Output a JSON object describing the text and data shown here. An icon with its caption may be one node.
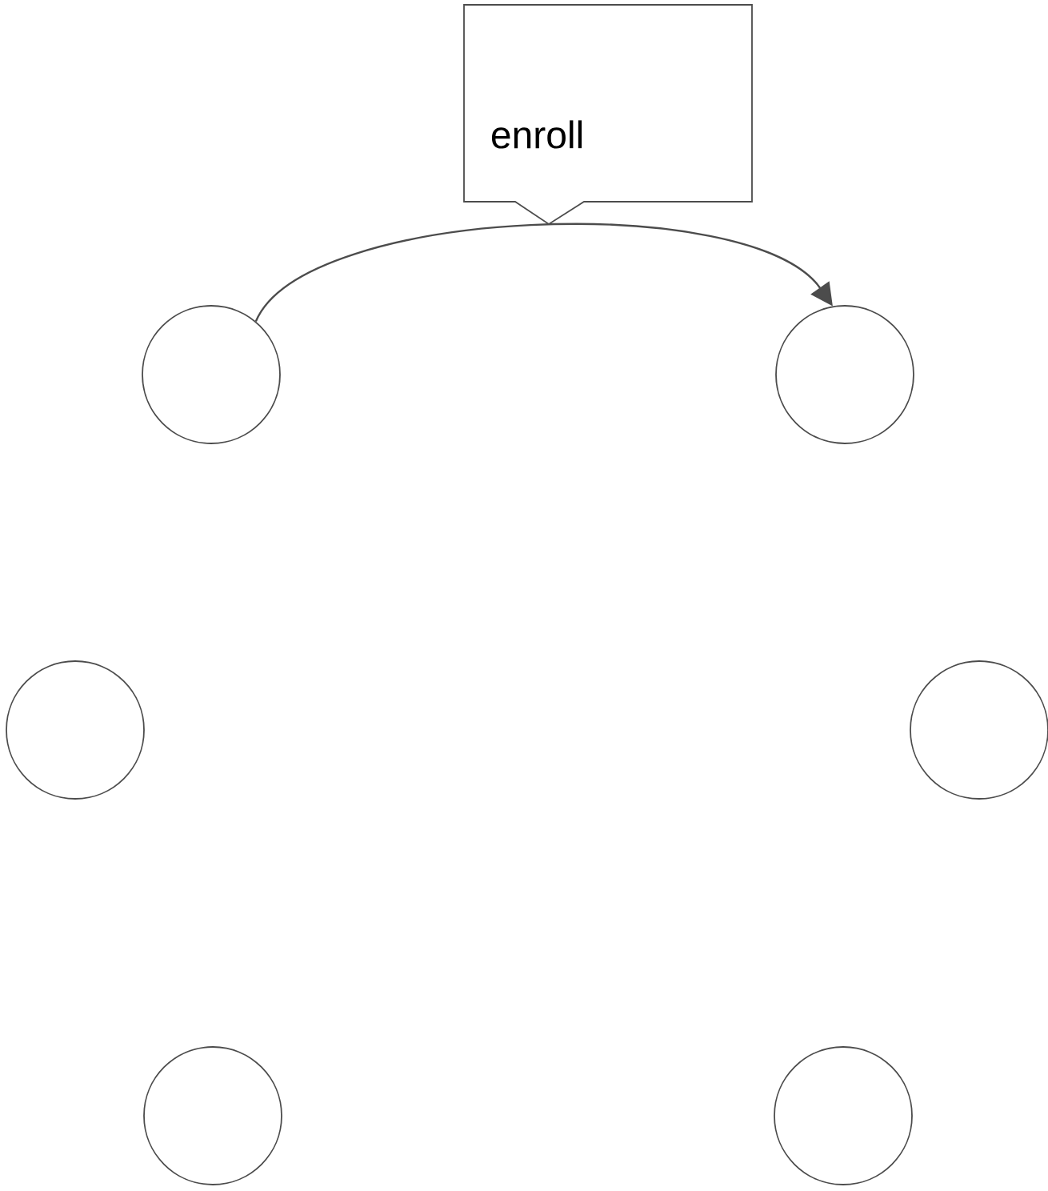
{
  "diagram": {
    "nodes": [
      {
        "text": [],
        "shape": "circle"
      },
      {
        "text": [],
        "shape": "circle"
      },
      {
        "text": [],
        "shape": "circle"
      },
      {
        "text": [],
        "shape": "circle"
      },
      {
        "text": [],
        "shape": "circle"
      },
      {
        "text": [],
        "shape": "circle"
      }
    ],
    "edges": [
      {
        "from": 0,
        "to": 1,
        "arrow": "to",
        "label": "enroll"
      }
    ]
  }
}
